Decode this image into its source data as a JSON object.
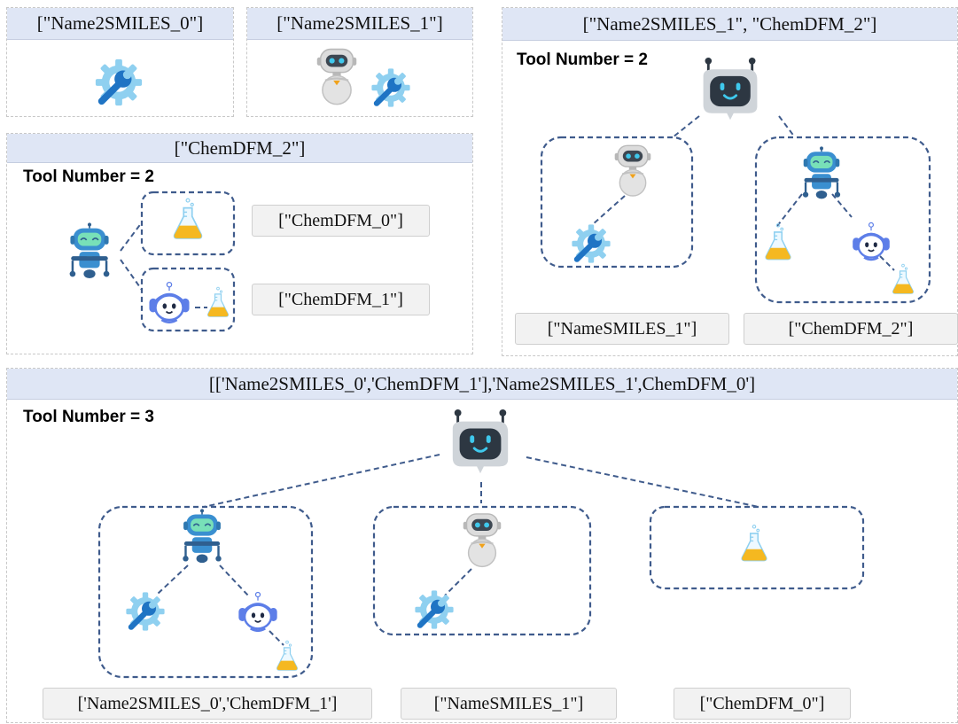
{
  "panels": {
    "p1": {
      "header": "[\"Name2SMILES_0\"]"
    },
    "p2": {
      "header": "[\"Name2SMILES_1\"]"
    },
    "p3": {
      "header": "[\"ChemDFM_2\"]",
      "tool_number": "Tool Number = 2",
      "labels": [
        "[\"ChemDFM_0\"]",
        "[\"ChemDFM_1\"]"
      ]
    },
    "p4": {
      "header": "[\"Name2SMILES_1\", \"ChemDFM_2\"]",
      "tool_number": "Tool Number = 2",
      "labels": [
        "[\"NameSMILES_1\"]",
        "[\"ChemDFM_2\"]"
      ]
    },
    "p5": {
      "header": "[['Name2SMILES_0','ChemDFM_1'],'Name2SMILES_1',ChemDFM_0']",
      "tool_number": "Tool Number = 3",
      "labels": [
        "['Name2SMILES_0','ChemDFM_1']",
        "[\"NameSMILES_1\"]",
        "[\"ChemDFM_0\"]"
      ]
    }
  },
  "icons": [
    "wrench-gear-icon",
    "gray-robot-icon",
    "blue-robot-icon",
    "headset-bot-icon",
    "flask-icon",
    "chat-bot-icon"
  ],
  "colors": {
    "header_bg": "#dfe6f5",
    "dash_line": "#3f5b8c",
    "label_bg": "#f2f2f2"
  }
}
